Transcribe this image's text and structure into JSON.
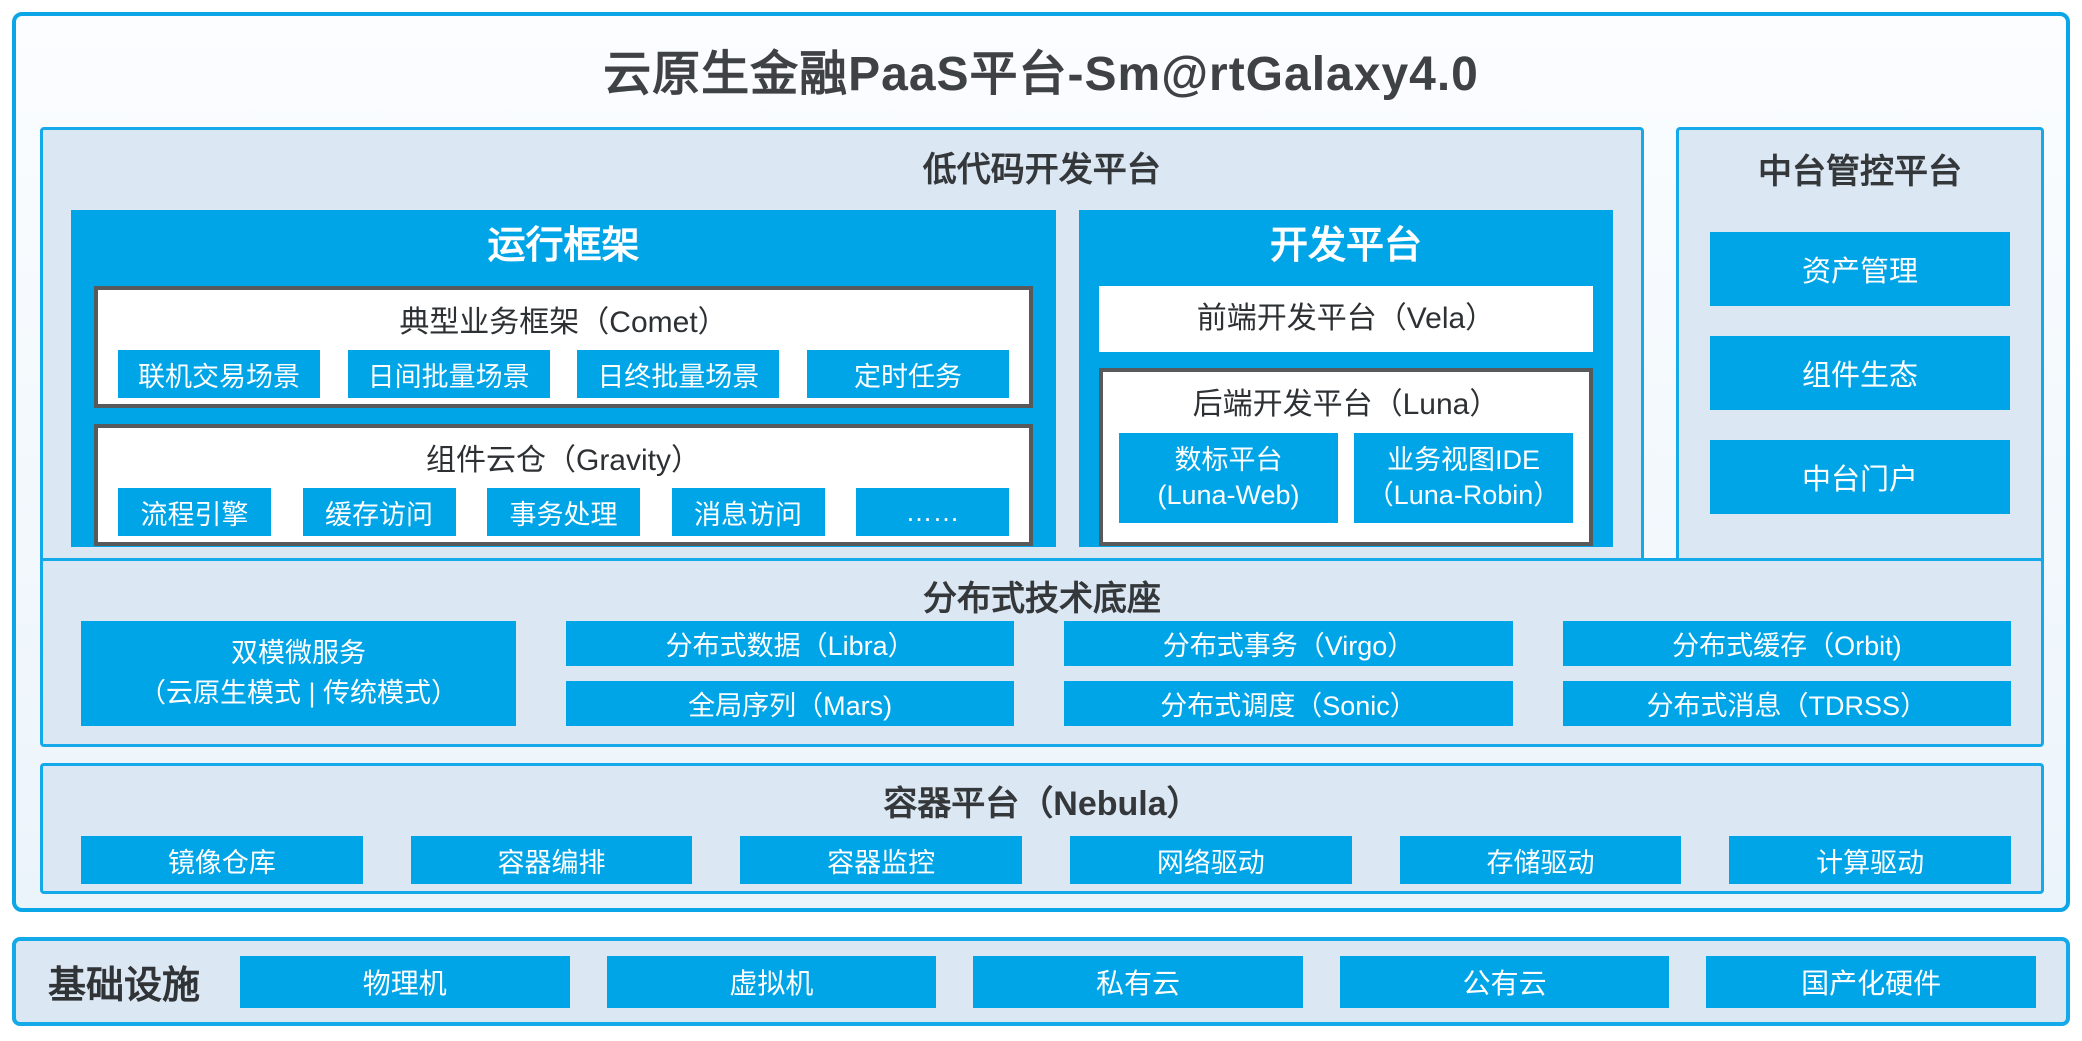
{
  "title": "云原生金融PaaS平台-Sm@rtGalaxy4.0",
  "colors": {
    "accent_blue": "#00a5e8",
    "panel_background": "#dce7f4",
    "panel_border": "#14a9e8",
    "outer_border": "#0ba6e8",
    "gray_box_border": "#58595b",
    "title_text": "#3e4245"
  },
  "lowcode": {
    "header": "低代码开发平台",
    "runtime": {
      "title": "运行框架",
      "comet": {
        "title": "典型业务框架（Comet）",
        "items": [
          "联机交易场景",
          "日间批量场景",
          "日终批量场景",
          "定时任务"
        ]
      },
      "gravity": {
        "title": "组件云仓（Gravity）",
        "items": [
          "流程引擎",
          "缓存访问",
          "事务处理",
          "消息访问",
          "……"
        ]
      }
    },
    "devplatform": {
      "title": "开发平台",
      "vela": {
        "title": "前端开发平台（Vela）"
      },
      "luna": {
        "title": "后端开发平台（Luna）",
        "items": [
          {
            "line1": "数标平台",
            "line2": "(Luna-Web)"
          },
          {
            "line1": "业务视图IDE",
            "line2": "（Luna-Robin）"
          }
        ]
      }
    }
  },
  "middleoffice": {
    "header": "中台管控平台",
    "items": [
      "资产管理",
      "组件生态",
      "中台门户"
    ]
  },
  "distributed": {
    "header": "分布式技术底座",
    "dual_mode": {
      "line1": "双模微服务",
      "line2": "（云原生模式 | 传统模式）"
    },
    "items_row1": [
      "分布式数据（Libra）",
      "分布式事务（Virgo）",
      "分布式缓存（Orbit)"
    ],
    "items_row2": [
      "全局序列（Mars)",
      "分布式调度（Sonic）",
      "分布式消息（TDRSS）"
    ]
  },
  "container_platform": {
    "header": "容器平台（Nebula）",
    "items": [
      "镜像仓库",
      "容器编排",
      "容器监控",
      "网络驱动",
      "存储驱动",
      "计算驱动"
    ]
  },
  "infrastructure": {
    "label": "基础设施",
    "items": [
      "物理机",
      "虚拟机",
      "私有云",
      "公有云",
      "国产化硬件"
    ]
  }
}
